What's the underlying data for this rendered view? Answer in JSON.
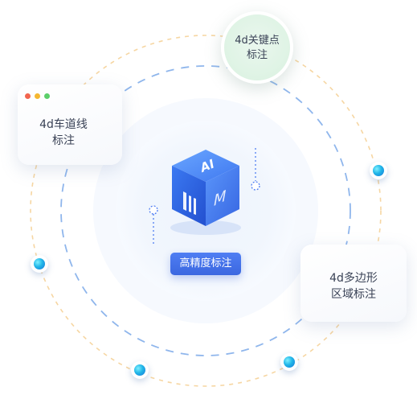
{
  "center": {
    "label": "高精度标注",
    "cube_top_text": "AI",
    "cube_side_text": "M"
  },
  "cards": {
    "lane": {
      "line1": "4d车道线",
      "line2": "标注"
    },
    "keypoint": {
      "line1": "4d关键点",
      "line2": "标注"
    },
    "polygon": {
      "line1": "4d多边形",
      "line2": "区域标注"
    }
  },
  "colors": {
    "window_dot_red": "#f2654f",
    "window_dot_yellow": "#f5b731",
    "window_dot_green": "#5ccf6a",
    "inner_ring": "#8fb6ec",
    "outer_ring": "#f6d6a2",
    "accent_blue": "#3b67e0"
  }
}
